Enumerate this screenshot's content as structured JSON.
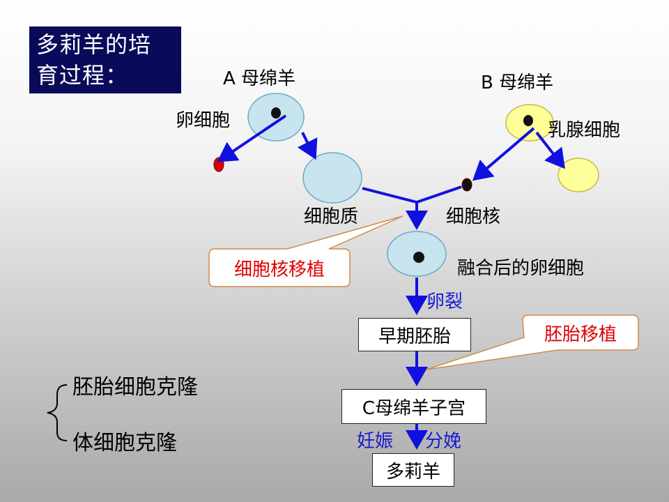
{
  "title": {
    "line1": "多莉羊的培",
    "line2": "育过程："
  },
  "labels": {
    "sheep_a": "A 母绵羊",
    "sheep_b": "B 母绵羊",
    "egg_cell": "卵细胞",
    "mammary_cell": "乳腺细胞",
    "cytoplasm": "细胞质",
    "nucleus": "细胞核",
    "fused_egg": "融合后的卵细胞",
    "cleavage": "卵裂",
    "early_embryo": "早期胚胎",
    "c_uterus": "C母绵羊子宫",
    "pregnancy": "妊娠",
    "delivery": "分娩",
    "dolly": "多莉羊"
  },
  "callouts": {
    "nuclear_transfer": "细胞核移植",
    "embryo_transfer": "胚胎移植"
  },
  "cloning": {
    "embryonic": "胚胎细胞克隆",
    "somatic": "体细胞克隆"
  },
  "colors": {
    "arrow": "#1010e0",
    "cell_blue": "#c8e4ee",
    "cell_yellow": "#ffff99",
    "nucleus_red": "#e00000",
    "title_bg": "#0a0a5a",
    "callout_text": "#e00000",
    "callout_border": "#d08a4a"
  }
}
